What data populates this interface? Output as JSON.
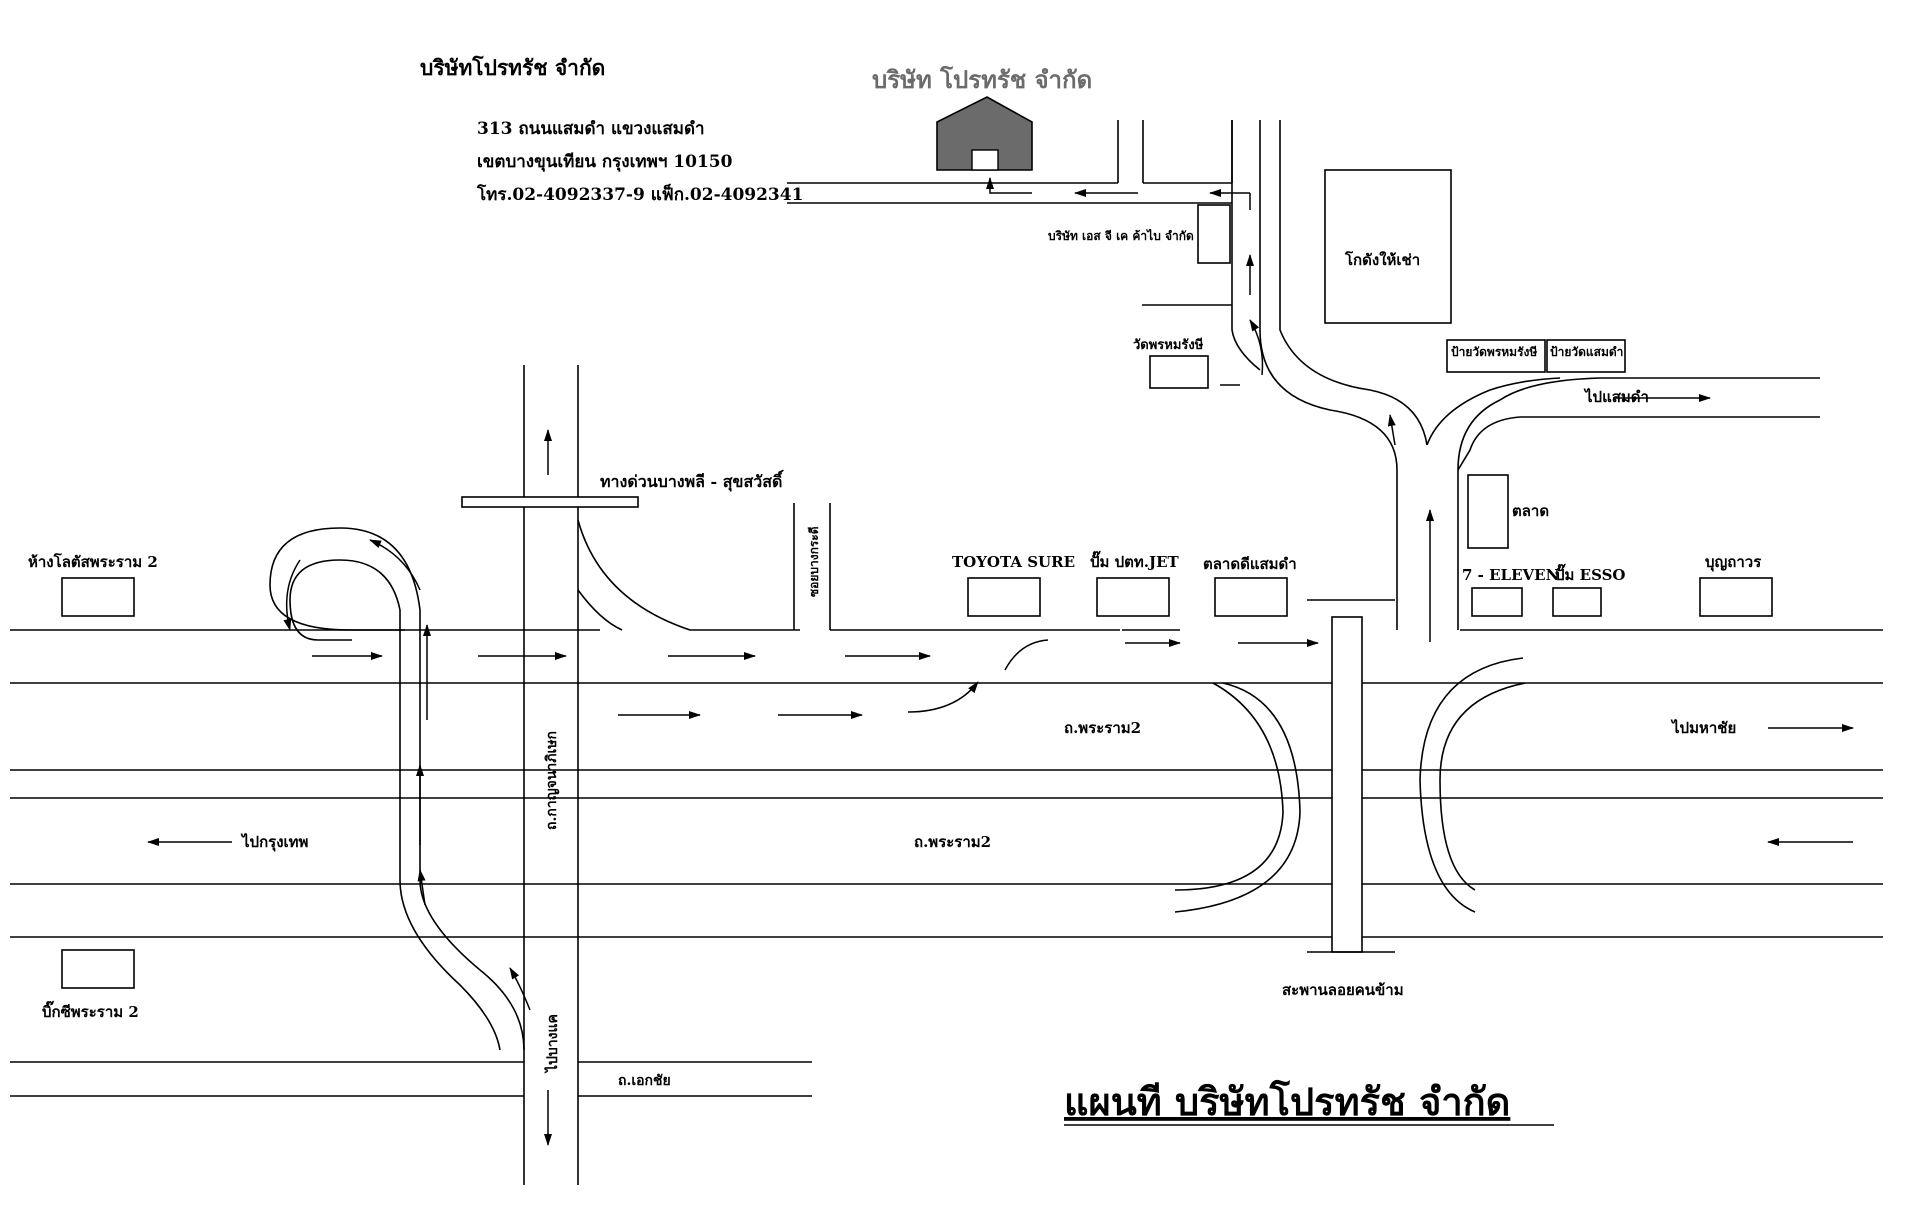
{
  "header": {
    "company_name_left": "บริษัทโปรทรัช จำกัด",
    "address_line1": "313 ถนนแสมดำ  แขวงแสมดำ",
    "address_line2": "เขตบางขุนเทียน  กรุงเทพฯ 10150",
    "address_line3": "โทร.02-4092337-9   แฟ็ก.02-4092341",
    "company_building_label": "บริษัท โปรทรัช จำกัด"
  },
  "map_title": "แผนที บริษัทโปรทรัช จำกัด",
  "places": {
    "sgk": "บริษัท เอส จี เค ค้าไบ จำกัด",
    "warehouse": "โกดังให้เช่า",
    "wat_bus_stop": "ป้ายวัดพรหมรังษี",
    "samdam_bus_stop": "ป้ายวัดแสมดำ",
    "wat_prom": "วัดพรหมรังษี",
    "to_samdam": "ไปแสมดำ",
    "expressway": "ทางด่วนบางพลี - สุขสวัสดิ์",
    "soi_bangkradee": "ซอยบางกระดี",
    "market": "ตลาด",
    "lotus": "ห้างโลตัสพระราม 2",
    "toyota": "TOYOTA SURE",
    "ptt": "ปั๊ม ปตท.JET",
    "market_dee": "ตลาดดีแสมดำ",
    "seven": "7 - ELEVEN",
    "esso": "ปั๊ม ESSO",
    "boonthavorn": "บุญถาวร",
    "rama2_a": "ถ.พระราม2",
    "rama2_b": "ถ.พระราม2",
    "to_mahachai": "ไปมหาชัย",
    "to_bangkok": "ไปกรุงเทพ",
    "kanchana": "ถ.กาญจนาภิเษก",
    "bigc": "บิ๊กซีพระราม 2",
    "footbridge": "สะพานลอยคนข้าม",
    "to_bangkae": "ไปบางแค",
    "ekachai": "ถ.เอกชัย"
  },
  "colors": {
    "line": "#000000",
    "building": "#6b6b6b",
    "building_label": "#6b6b6b"
  }
}
